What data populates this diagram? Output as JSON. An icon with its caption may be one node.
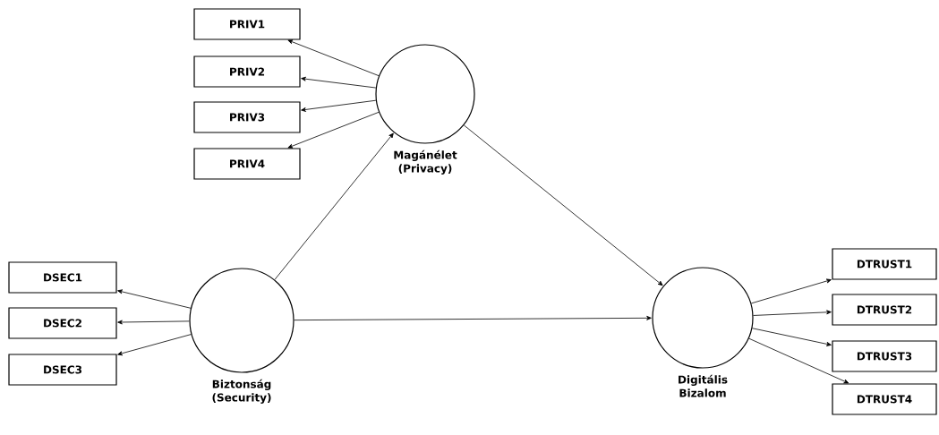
{
  "diagram": {
    "nodes": [
      {
        "text": [
          "PRIV1"
        ]
      },
      {
        "text": [
          "PRIV2"
        ]
      },
      {
        "text": [
          "PRIV3"
        ]
      },
      {
        "text": [
          "PRIV4"
        ]
      },
      {
        "text": [],
        "shape": "circle",
        "beside": [
          "Magánélet (Privacy)"
        ]
      },
      {
        "text": [
          "DSEC1"
        ]
      },
      {
        "text": [
          "DSEC2"
        ]
      },
      {
        "text": [
          "DSEC3"
        ]
      },
      {
        "text": [],
        "shape": "circle",
        "beside": [
          "Biztonság (Security)"
        ]
      },
      {
        "text": [
          "DTRUST1"
        ]
      },
      {
        "text": [
          "DTRUST2"
        ]
      },
      {
        "text": [
          "DTRUST3"
        ]
      },
      {
        "text": [
          "DTRUST4"
        ]
      },
      {
        "text": [],
        "shape": "circle",
        "beside": [
          "Digitális Bizalom"
        ]
      }
    ],
    "edges": [
      {
        "from": 4,
        "to": 0,
        "arrow": "to"
      },
      {
        "from": 4,
        "to": 1,
        "arrow": "to"
      },
      {
        "from": 4,
        "to": 2,
        "arrow": "to"
      },
      {
        "from": 4,
        "to": 3,
        "arrow": "to"
      },
      {
        "from": 8,
        "to": 5,
        "arrow": "to"
      },
      {
        "from": 8,
        "to": 6,
        "arrow": "to"
      },
      {
        "from": 8,
        "to": 7,
        "arrow": "to"
      },
      {
        "from": 13,
        "to": 9,
        "arrow": "to"
      },
      {
        "from": 13,
        "to": 10,
        "arrow": "to"
      },
      {
        "from": 13,
        "to": 11,
        "arrow": "to"
      },
      {
        "from": 13,
        "to": 12,
        "arrow": "to"
      },
      {
        "from": 8,
        "to": 4,
        "arrow": "to"
      },
      {
        "from": 4,
        "to": 13,
        "arrow": "to"
      },
      {
        "from": 8,
        "to": 13,
        "arrow": "to"
      }
    ]
  }
}
